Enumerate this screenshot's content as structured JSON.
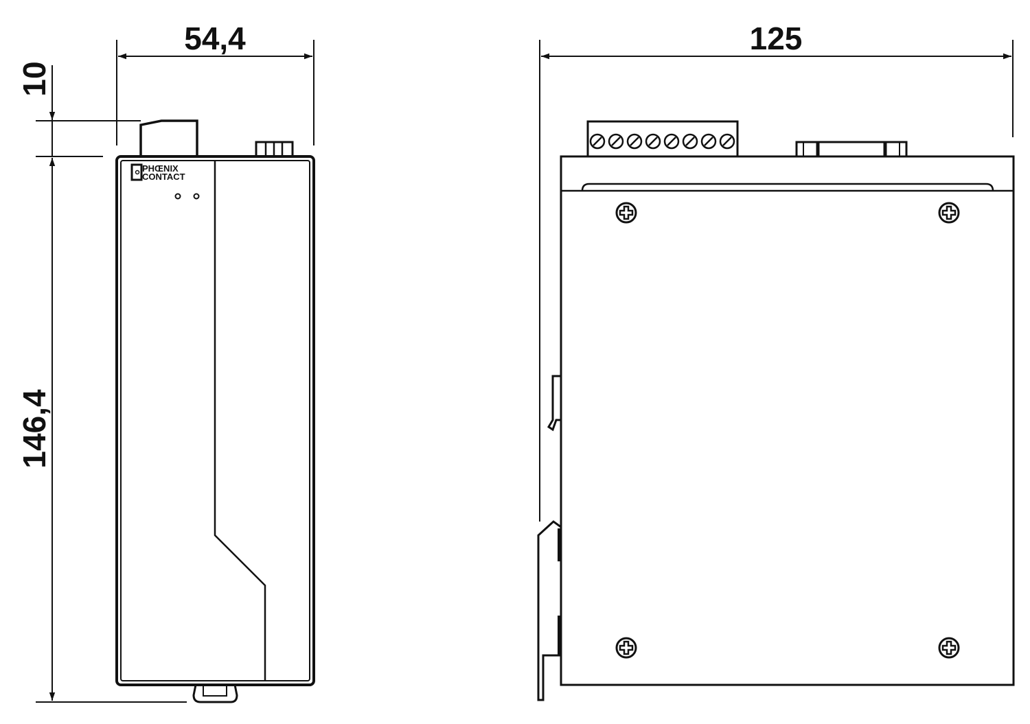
{
  "dimensions": {
    "front_width": "54,4",
    "connector_height": "10",
    "front_height": "146,4",
    "side_depth": "125"
  },
  "logo": {
    "line1": "PHŒNIX",
    "line2": "CONTACT"
  },
  "colors": {
    "line": "#111111",
    "background": "#ffffff"
  }
}
